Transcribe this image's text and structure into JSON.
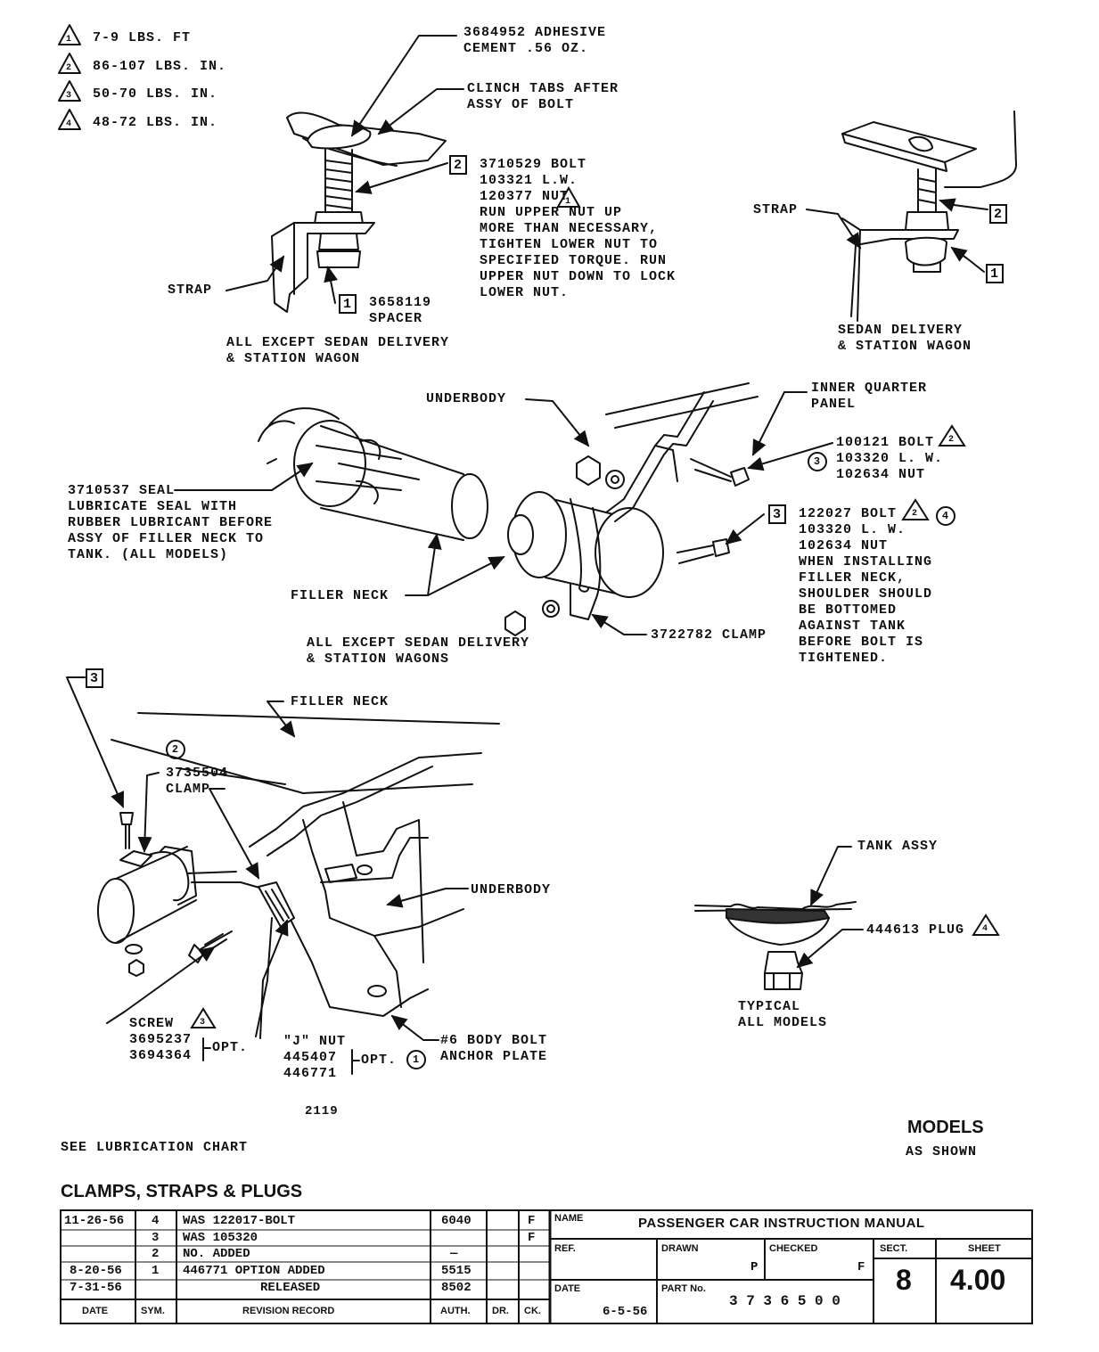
{
  "torque_legend": [
    {
      "num": "1",
      "text": "7-9 LBS. FT"
    },
    {
      "num": "2",
      "text": "86-107 LBS. IN."
    },
    {
      "num": "3",
      "text": "50-70 LBS. IN."
    },
    {
      "num": "4",
      "text": "48-72 LBS. IN."
    }
  ],
  "top_left": {
    "adhesive": [
      "3684952 ADHESIVE",
      "CEMENT .56 OZ."
    ],
    "clinch": [
      "CLINCH TABS AFTER",
      "ASSY OF BOLT"
    ],
    "bolt_box": "2",
    "bolt": [
      "3710529 BOLT",
      "103321 L.W.",
      "120377 NUT",
      "RUN UPPER NUT UP",
      "MORE THAN NECESSARY,",
      "TIGHTEN LOWER NUT TO",
      "SPECIFIED TORQUE. RUN",
      "UPPER NUT DOWN TO LOCK",
      "LOWER NUT."
    ],
    "strap": "STRAP",
    "spacer_box": "1",
    "spacer": [
      "3658119",
      "SPACER"
    ],
    "caption": [
      "ALL EXCEPT SEDAN DELIVERY",
      "& STATION WAGON"
    ]
  },
  "top_right": {
    "strap": "STRAP",
    "box2": "2",
    "box1": "1",
    "caption": [
      "SEDAN DELIVERY",
      "& STATION WAGON"
    ]
  },
  "middle": {
    "underbody": "UNDERBODY",
    "inner_quarter": [
      "INNER QUARTER",
      "PANEL"
    ],
    "bolt1": [
      "100121 BOLT",
      "103320 L. W.",
      "102634 NUT"
    ],
    "bolt1_circle": "3",
    "seal": [
      "3710537 SEAL",
      "LUBRICATE SEAL WITH",
      "RUBBER LUBRICANT BEFORE",
      "ASSY OF FILLER NECK TO",
      "TANK. (ALL MODELS)"
    ],
    "box3": "3",
    "bolt2": [
      "122027 BOLT",
      "103320 L. W.",
      "102634 NUT",
      "WHEN INSTALLING",
      "FILLER NECK,",
      "SHOULDER SHOULD",
      "BE BOTTOMED",
      "AGAINST TANK",
      "BEFORE BOLT IS",
      "TIGHTENED."
    ],
    "bolt2_circle": "4",
    "filler_neck": "FILLER NECK",
    "clamp": "3722782 CLAMP",
    "caption": [
      "ALL EXCEPT SEDAN DELIVERY",
      "& STATION WAGONS"
    ]
  },
  "bottom_left": {
    "box3": "3",
    "filler_neck": "FILLER NECK",
    "circle2": "2",
    "clamp": [
      "3735504",
      "CLAMP"
    ],
    "underbody": "UNDERBODY",
    "screw": [
      "SCREW",
      "3695237",
      "3694364"
    ],
    "screw_opt": "OPT.",
    "jnut": [
      "\"J\" NUT",
      "445407",
      "446771"
    ],
    "jnut_opt": "OPT.",
    "jnut_circle": "1",
    "body_bolt": [
      "#6 BODY BOLT",
      "ANCHOR PLATE"
    ],
    "drawing_no": "2119"
  },
  "bottom_right": {
    "tank": "TANK ASSY",
    "plug": "444613 PLUG",
    "caption": [
      "TYPICAL",
      "ALL MODELS"
    ]
  },
  "footer": {
    "see_lube": "SEE LUBRICATION CHART",
    "models": "MODELS",
    "as_shown": "AS SHOWN",
    "section_title": "CLAMPS, STRAPS & PLUGS"
  },
  "revision_table": {
    "rows": [
      {
        "date": "11-26-56",
        "sym": "4",
        "record": "WAS 122017-BOLT",
        "auth": "6040",
        "dr": "",
        "ck": "F"
      },
      {
        "date": "",
        "sym": "3",
        "record": "WAS 105320",
        "auth": "",
        "dr": "",
        "ck": "F"
      },
      {
        "date": "",
        "sym": "2",
        "record": "NO. ADDED",
        "auth": "—",
        "dr": "",
        "ck": ""
      },
      {
        "date": "8-20-56",
        "sym": "1",
        "record": "446771 OPTION ADDED",
        "auth": "5515",
        "dr": "",
        "ck": ""
      },
      {
        "date": "7-31-56",
        "sym": "",
        "record": "RELEASED",
        "auth": "8502",
        "dr": "",
        "ck": ""
      }
    ],
    "headers": {
      "date": "DATE",
      "sym": "SYM.",
      "record": "REVISION RECORD",
      "auth": "AUTH.",
      "dr": "DR.",
      "ck": "CK."
    }
  },
  "title_block": {
    "name_label": "NAME",
    "name_value": "PASSENGER CAR INSTRUCTION MANUAL",
    "ref_label": "REF.",
    "drawn_label": "DRAWN",
    "drawn_value": "P",
    "checked_label": "CHECKED",
    "checked_value": "F",
    "sect_label": "SECT.",
    "sect_value": "8",
    "sheet_label": "SHEET",
    "sheet_value": "4.00",
    "date_label": "DATE",
    "date_value": "6-5-56",
    "part_label": "PART No.",
    "part_value": "3 7 3 6 5 0 0"
  }
}
